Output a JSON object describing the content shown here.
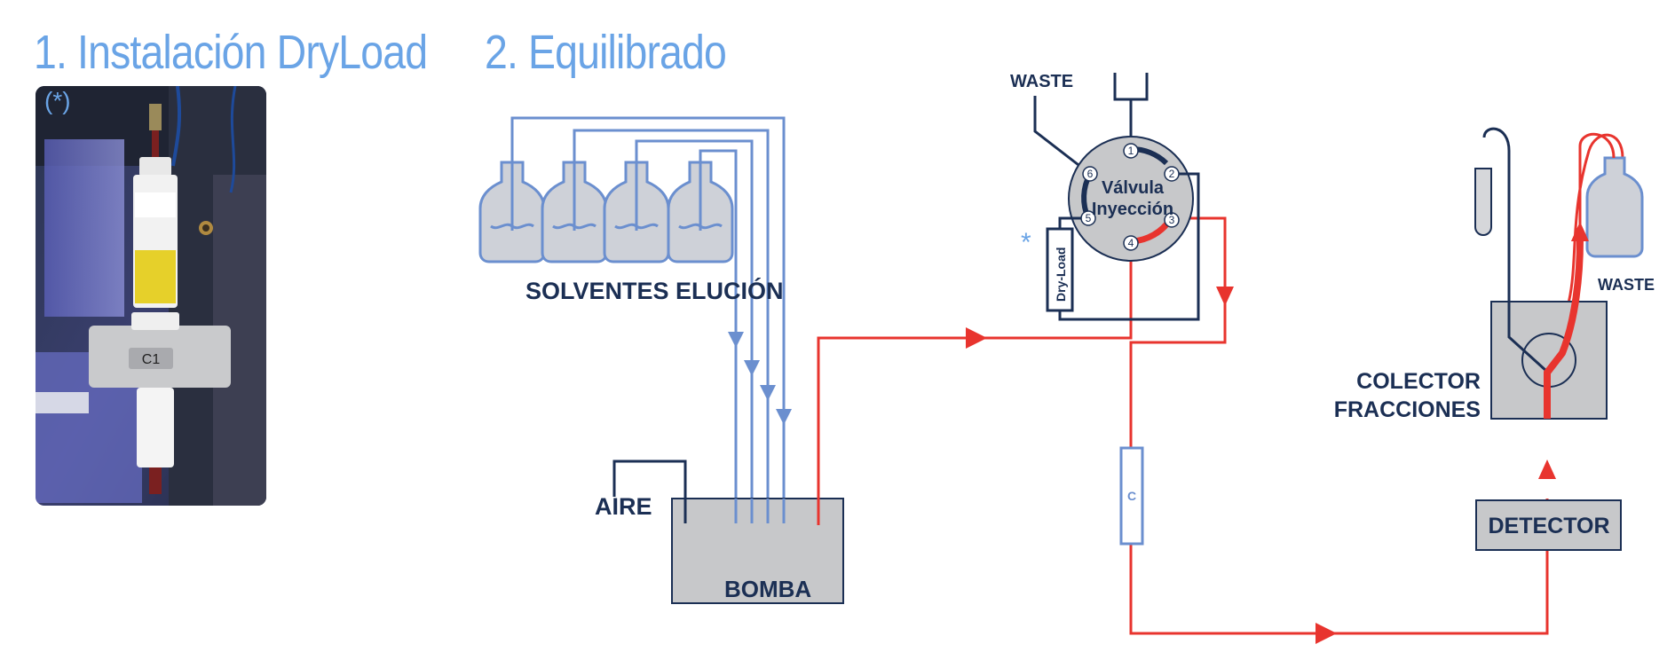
{
  "step1": {
    "title": "1. Instalación DryLoad",
    "photo_marker": "(*)",
    "cartridge_label": "C1"
  },
  "step2": {
    "title": "2. Equilibrado"
  },
  "labels": {
    "solvents": "SOLVENTES ELUCIÓN",
    "air": "AIRE",
    "pump": "BOMBA",
    "waste_valve": "WASTE",
    "valve_line1": "Válvula",
    "valve_line2": "Inyección",
    "dryload": "Dry-Load",
    "asterisk": "*",
    "column": "C",
    "collector_line1": "COLECTOR",
    "collector_line2": "FRACCIONES",
    "waste_collector": "WASTE",
    "detector": "DETECTOR"
  },
  "valve_ports": [
    "1",
    "2",
    "3",
    "4",
    "5",
    "6"
  ],
  "colors": {
    "heading": "#6aa4e6",
    "solvent_line": "#6b8fcf",
    "flow_line": "#e8342e",
    "dark_line": "#1b2f54",
    "box_fill": "#c7c8ca",
    "valve_fill": "#c7c8ca"
  }
}
